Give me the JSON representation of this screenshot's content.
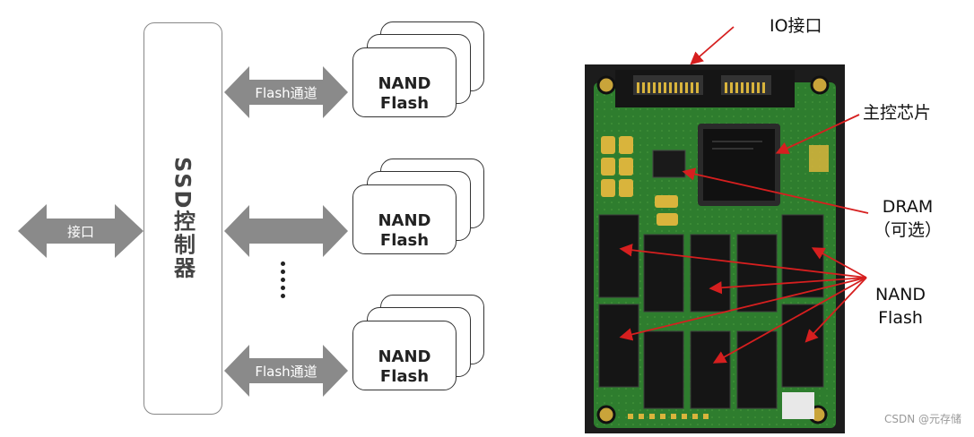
{
  "diagram": {
    "interface_label": "接口",
    "controller_label": "SSD控制器",
    "flash_channel_label": "Flash通道",
    "nand_cards": [
      {
        "line1": "NAND",
        "line2": "Flash"
      },
      {
        "line1": "NAND",
        "line2": "Flash"
      },
      {
        "line1": "NAND",
        "line2": "Flash"
      }
    ],
    "ellipsis": "⋮"
  },
  "board": {
    "callouts": {
      "io": "IO接口",
      "controller_chip": "主控芯片",
      "dram_line1": "DRAM",
      "dram_line2": "（可选）",
      "nand_line1": "NAND",
      "nand_line2": "Flash"
    }
  },
  "colors": {
    "arrow": "#8a8a8a",
    "pcb": "#2e7d2e",
    "callout_line": "#d61f1f"
  },
  "watermark": "CSDN @元存储"
}
